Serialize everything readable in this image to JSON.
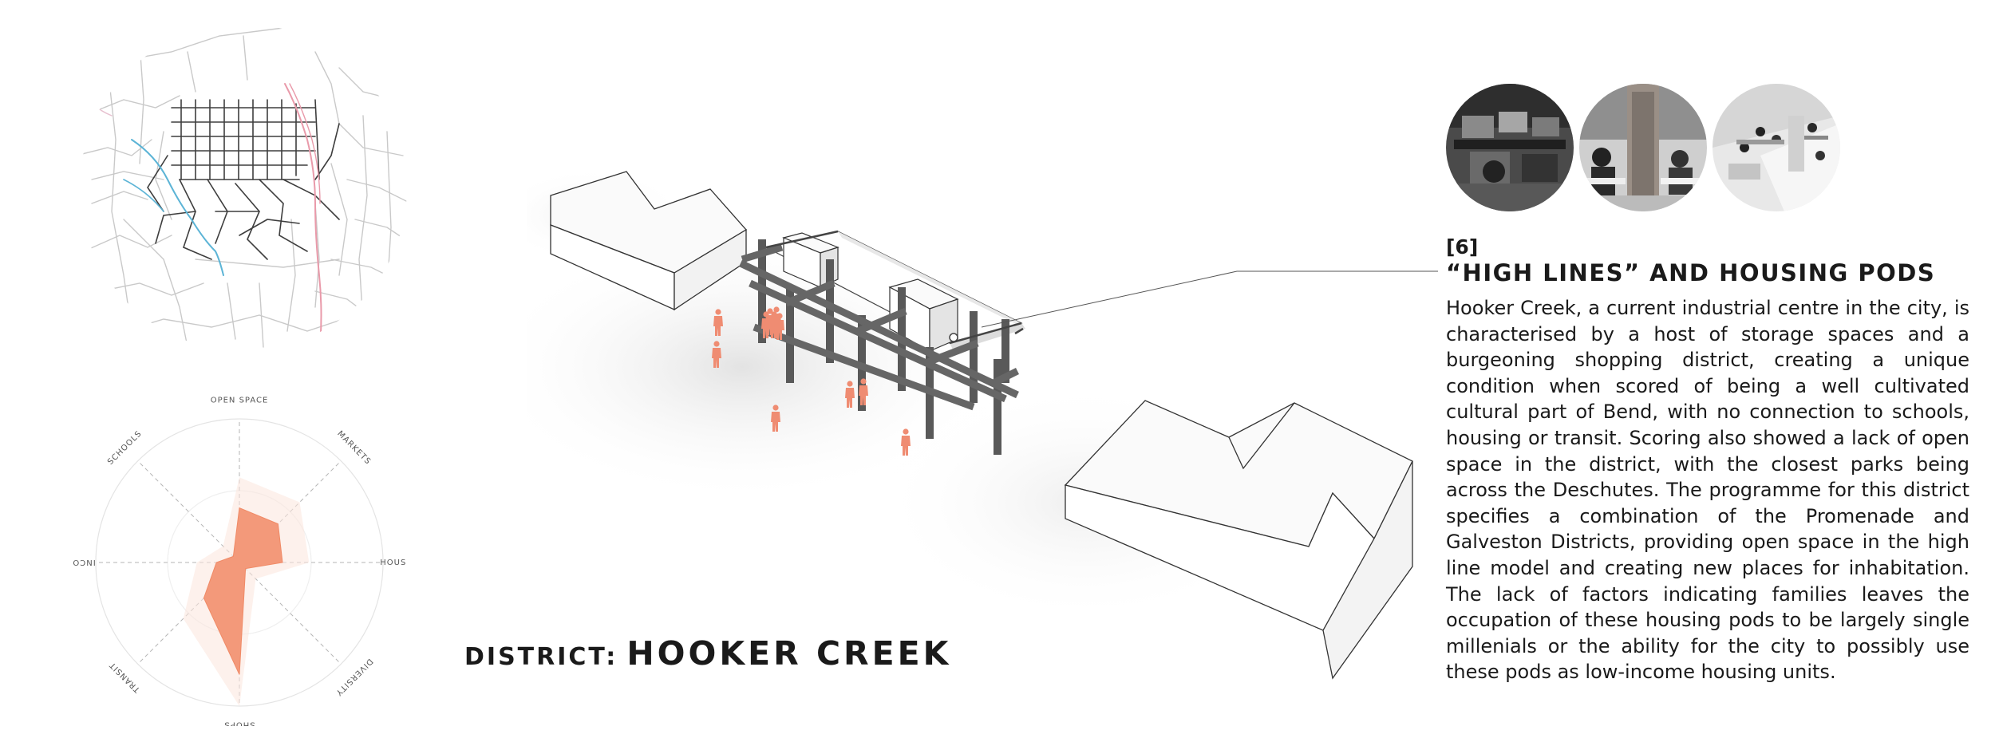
{
  "district": {
    "prefix": "DISTRICT:",
    "name": "HOOKER CREEK"
  },
  "section": {
    "number": "[6]",
    "title": "“HIGH LINES” AND HOUSING PODS",
    "body": "Hooker Creek, a current industrial centre in the city, is characterised by a host of storage spaces and a burgeoning shopping district, creating a unique condition when scored of being a well cultivated cultural part of Bend, with no connection to schools, housing or transit. Scoring also showed a lack of open space in the district, with the closest parks being across the Deschutes. The programme for this district specifies a combination of the Promenade and Galveston Districts, providing open space in the high line model and creating new places for inhabitation. The lack of factors indicating families leaves the occupation of these housing pods to be largely single millenials or the ability for the city to possibly use these pods as low-income housing units."
  },
  "radar": {
    "axes": [
      "OPEN SPACE",
      "MARKETS",
      "HOUSING",
      "DIVERSITY",
      "SHOPS",
      "TRANSIT",
      "INCOME",
      "SCHOOLS"
    ],
    "scores": [
      0.38,
      0.38,
      0.3,
      0.06,
      0.78,
      0.35,
      0.16,
      0.06
    ],
    "max": 1,
    "fill_color": "#f3997a",
    "ghost_color": "#fbe5dc"
  },
  "colors": {
    "accent": "#ef8c72",
    "structure": "#555555",
    "river": "#5cb4d6",
    "highway": "#e99aaa"
  },
  "icons": {
    "map": "street-map-icon",
    "figures": "person-figure-icon"
  }
}
